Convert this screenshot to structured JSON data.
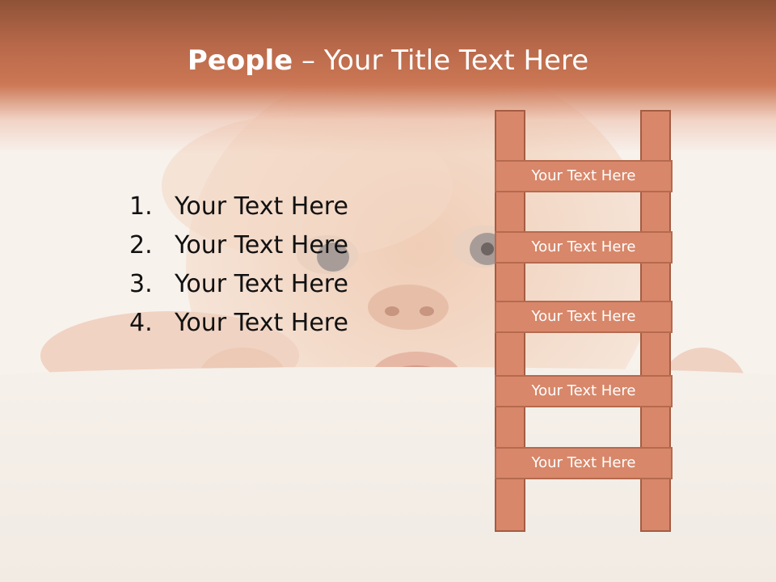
{
  "slide": {
    "title_bold": "People",
    "title_sep": " – ",
    "title_rest": "Your Title Text Here",
    "list": [
      {
        "num": "1.",
        "text": "Your Text Here"
      },
      {
        "num": "2.",
        "text": "Your Text Here"
      },
      {
        "num": "3.",
        "text": "Your Text Here"
      },
      {
        "num": "4.",
        "text": "Your Text Here"
      }
    ],
    "ladder_rungs": [
      "Your Text Here",
      "Your Text Here",
      "Your Text Here",
      "Your Text Here",
      "Your Text Here"
    ]
  },
  "colors": {
    "title_band": "#c87050",
    "ladder_fill": "#d8876a",
    "ladder_border": "#a55c42",
    "text_dark": "#111111",
    "text_light": "#ffffff"
  }
}
